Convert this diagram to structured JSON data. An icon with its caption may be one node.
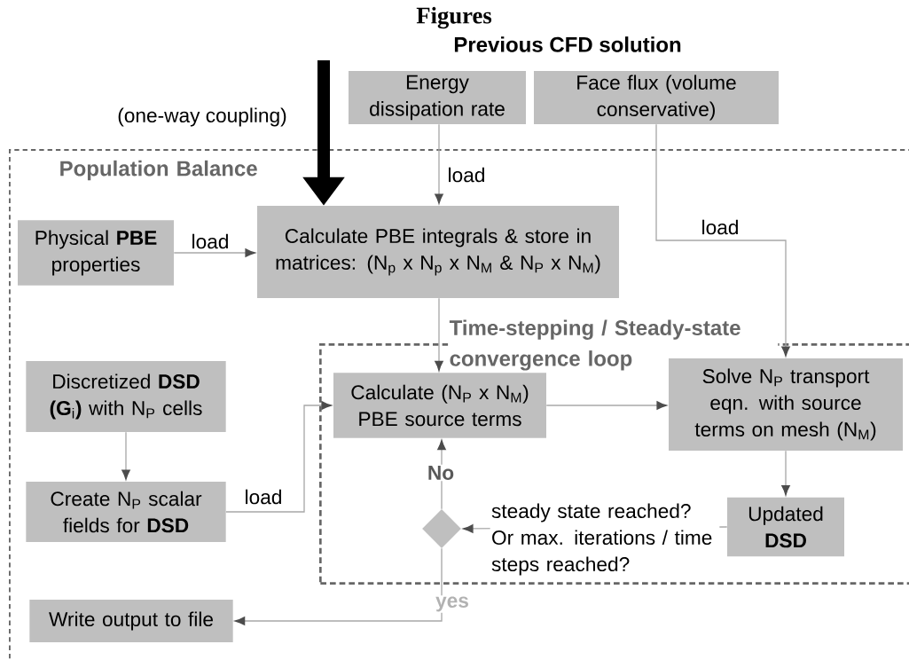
{
  "diagram": {
    "title": "Figures",
    "nodes": [
      {
        "text": [
          "Population Balance"
        ]
      },
      {
        "text": [
          "Energy dissipation rate"
        ]
      },
      {
        "text": [
          "Face flux (volume conservative)"
        ]
      },
      {
        "text": [
          "Physical **PBE** properties"
        ],
        "in": 0
      },
      {
        "text": [
          "Calculate PBE integrals & store in matrices: (N$_{p}$ x N$_{p}$ x N$_{M}$ & N$_{P}$ x N$_{M}$)"
        ],
        "in": 0
      },
      {
        "text": [
          "Time-stepping / Steady-state convergence loop"
        ],
        "in": 0
      },
      {
        "text": [
          "Discretized **DSD** **(G**$_{i}$**)** with N$_{P}$ cells"
        ],
        "in": 0
      },
      {
        "text": [
          "Create N$_{P}$ scalar fields for **DSD**"
        ],
        "in": 0
      },
      {
        "text": [
          "Calculate (N$_{P}$ x N$_{M}$) PBE source terms"
        ],
        "in": 5
      },
      {
        "text": [
          "Solve N$_{P}$ transport eqn. with source terms on mesh (N$_{M}$)"
        ],
        "in": 5
      },
      {
        "text": [
          "Updated **DSD**"
        ],
        "in": 5
      },
      {
        "text": [],
        "shape": "diamond",
        "in": 5
      },
      {
        "text": [
          "Write output to file"
        ],
        "in": 0
      }
    ],
    "edges": [
      {
        "from": null,
        "to": 4,
        "arrow": "to",
        "label": "(one-way coupling)",
        "style": "thick",
        "color": "#000000"
      },
      {
        "from": 1,
        "to": 4,
        "arrow": "to",
        "label": "load"
      },
      {
        "from": 3,
        "to": 4,
        "arrow": "to",
        "label": "load"
      },
      {
        "from": 2,
        "to": 9,
        "arrow": "to",
        "label": "load"
      },
      {
        "from": 4,
        "to": 8,
        "arrow": "to"
      },
      {
        "from": 6,
        "to": 7,
        "arrow": "to"
      },
      {
        "from": 7,
        "to": 8,
        "arrow": "to",
        "label": "load"
      },
      {
        "from": 8,
        "to": 9,
        "arrow": "to"
      },
      {
        "from": 9,
        "to": 10,
        "arrow": "to"
      },
      {
        "from": 10,
        "to": 11,
        "arrow": "to",
        "label": "steady state reached? Or max. iterations / time steps reached?"
      },
      {
        "from": 11,
        "to": 8,
        "arrow": "to",
        "label": "No"
      },
      {
        "from": 11,
        "to": 12,
        "arrow": "to",
        "label": "yes"
      }
    ],
    "labels": [
      "Previous CFD solution"
    ]
  }
}
